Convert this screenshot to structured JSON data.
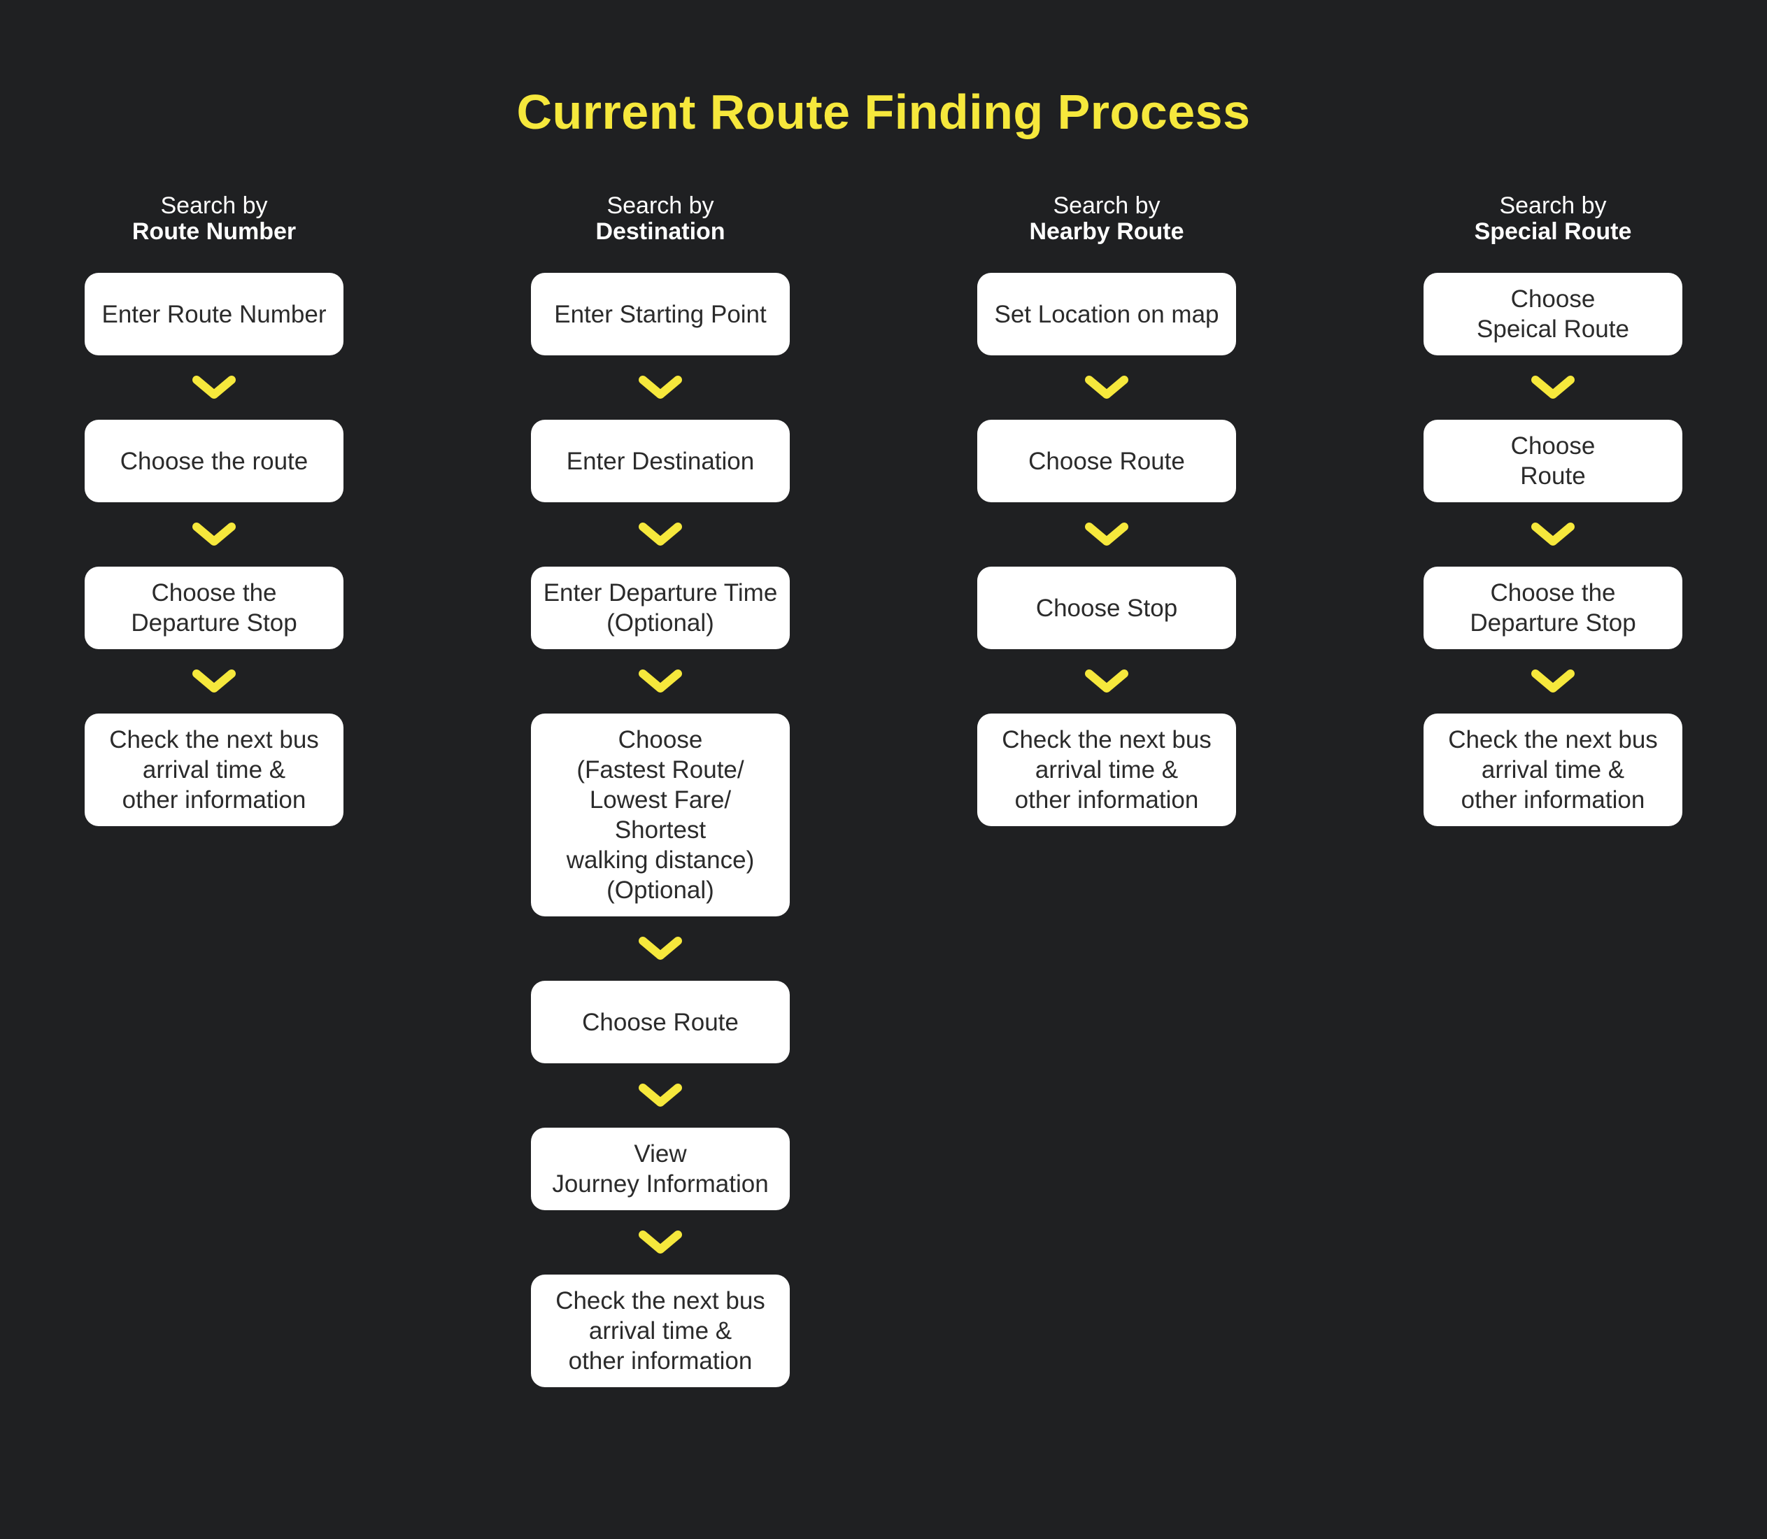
{
  "title": "Current Route Finding Process",
  "colors": {
    "background": "#1f2022",
    "accent_yellow": "#f6e83c",
    "box_background": "#ffffff",
    "box_text": "#2b2b2b",
    "header_text": "#ffffff"
  },
  "columns": [
    {
      "header_line1": "Search by",
      "header_line2": "Route Number",
      "steps": [
        "Enter Route Number",
        "Choose the route",
        "Choose the\nDeparture Stop",
        "Check the next bus\narrival time &\nother information"
      ]
    },
    {
      "header_line1": "Search by",
      "header_line2": "Destination",
      "steps": [
        "Enter Starting Point",
        "Enter Destination",
        "Enter Departure Time\n(Optional)",
        "Choose\n(Fastest Route/\nLowest Fare/\nShortest\nwalking distance)\n(Optional)",
        "Choose Route",
        "View\nJourney Information",
        "Check the next bus\narrival time &\nother information"
      ]
    },
    {
      "header_line1": "Search by",
      "header_line2": "Nearby Route",
      "steps": [
        "Set Location on map",
        "Choose Route",
        "Choose Stop",
        "Check the next bus\narrival time &\nother information"
      ]
    },
    {
      "header_line1": "Search by",
      "header_line2": "Special Route",
      "steps": [
        "Choose\nSpeical Route",
        "Choose\nRoute",
        "Choose the\nDeparture Stop",
        "Check the next bus\narrival time &\nother information"
      ]
    }
  ]
}
